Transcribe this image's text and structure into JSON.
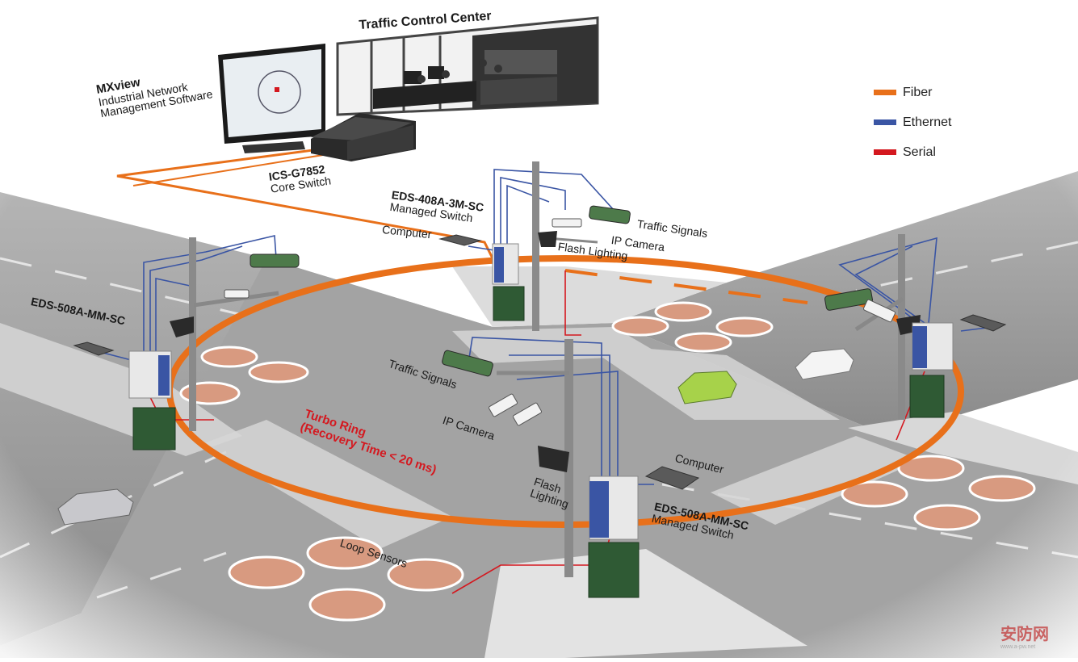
{
  "legend": [
    {
      "label": "Fiber",
      "color": "#e8701a"
    },
    {
      "label": "Ethernet",
      "color": "#3a55a4"
    },
    {
      "label": "Serial",
      "color": "#d4181f"
    }
  ],
  "labels": {
    "control_center": "Traffic Control Center",
    "mxview_title": "MXview",
    "mxview_line1": "Industrial Network",
    "mxview_line2": "Management Software",
    "core_switch_model": "ICS-G7852",
    "core_switch_desc": "Core Switch",
    "top_switch_model": "EDS-408A-3M-SC",
    "top_switch_desc": "Managed Switch",
    "computer_top": "Computer",
    "traffic_signals_top": "Traffic Signals",
    "ip_camera_top": "IP Camera",
    "flash_lighting_top": "Flash Lighting",
    "left_switch_model": "EDS-508A-MM-SC",
    "traffic_signals_center": "Traffic Signals",
    "ip_camera_center": "IP Camera",
    "flash_center_line1": "Flash",
    "flash_center_line2": "Lighting",
    "computer_right": "Computer",
    "bottom_switch_model": "EDS-508A-MM-SC",
    "bottom_switch_desc": "Managed Switch",
    "turbo_ring_line1": "Turbo Ring",
    "turbo_ring_line2": "(Recovery Time < 20 ms)",
    "loop_sensors": "Loop Sensors"
  },
  "colors": {
    "road": "#9a9a9a",
    "road_dark": "#808080",
    "sidewalk": "#e6e6e6",
    "sensor": "#d89a80",
    "cabinet": "#2f5a34",
    "signal": "#4d7a4a"
  },
  "watermark": {
    "text": "安防网",
    "sub": "www.a-pw.net"
  }
}
